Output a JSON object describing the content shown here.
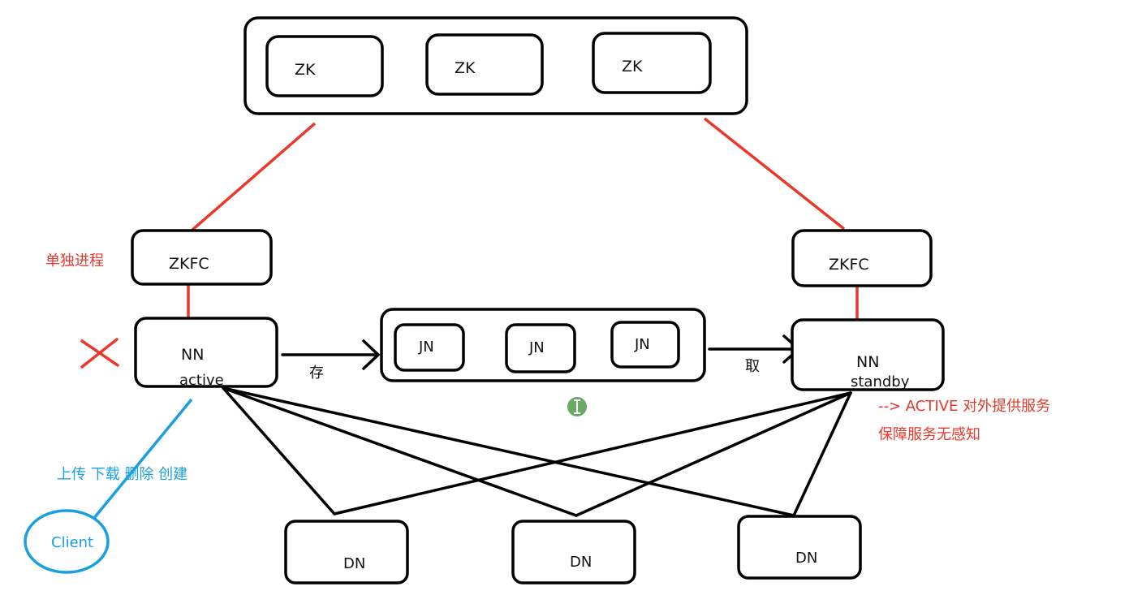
{
  "zk_group": {
    "nodes": [
      "ZK",
      "ZK",
      "ZK"
    ]
  },
  "zkfc_left": "ZKFC",
  "zkfc_right": "ZKFC",
  "zkfc_note": "单独进程",
  "nn_left": {
    "name": "NN",
    "state": "active"
  },
  "nn_right": {
    "name": "NN",
    "state": "standby"
  },
  "jn_group": {
    "nodes": [
      "JN",
      "JN",
      "JN"
    ]
  },
  "arrow_store_label": "存",
  "arrow_fetch_label": "取",
  "failover_note_line1": "--> ACTIVE 对外提供服务",
  "failover_note_line2": "保障服务无感知",
  "client_ops": "上传 下载 删除 创建",
  "client": "Client",
  "datanodes": [
    "DN",
    "DN",
    "DN"
  ],
  "cursor_icon": "text-cursor-icon",
  "colors": {
    "red": "#e8392c",
    "blue": "#1a9fe0",
    "cursor": "#6aaa64"
  }
}
